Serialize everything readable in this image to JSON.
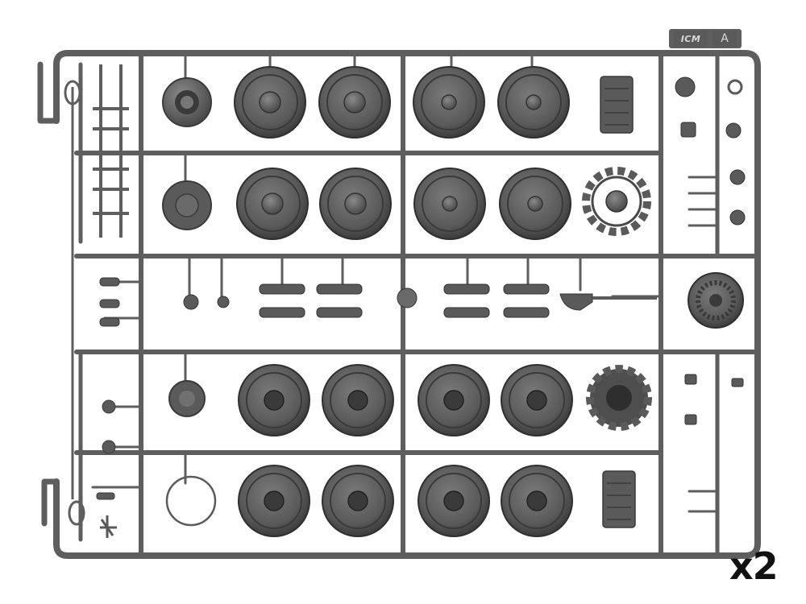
{
  "sprue": {
    "brand_mark": "ICM",
    "sprue_letter": "A"
  },
  "caption": {
    "multiplier": "x2"
  },
  "colors": {
    "background": "#ffffff",
    "plastic": "#5e5e5e",
    "plastic_dark": "#3a3a3a",
    "plastic_light": "#8a8a8a",
    "caption": "#111111"
  }
}
